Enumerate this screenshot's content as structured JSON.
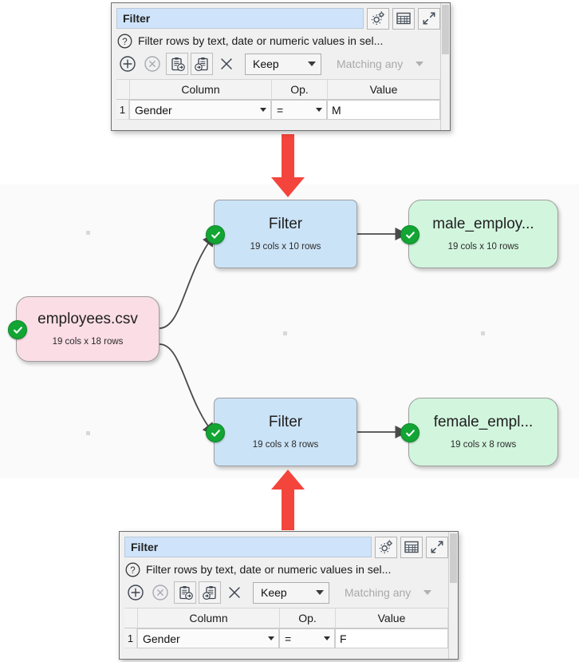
{
  "app": {
    "canvas_bg": "#fafafa",
    "accent_red": "#f4453c",
    "accent_green": "#12a534"
  },
  "dialogs": [
    {
      "id": "filter-dialog-top",
      "name_value": "Filter",
      "description": "Filter rows by text, date or numeric values in sel...",
      "help_icon": "question-circle-icon",
      "header_buttons": [
        {
          "icon": "gears-icon",
          "name": "options-button"
        },
        {
          "icon": "table-icon",
          "name": "show-table-button"
        },
        {
          "icon": "expand-arrows-icon",
          "name": "maximize-button"
        }
      ],
      "toolbar_buttons": [
        {
          "icon": "plus-circle-icon",
          "name": "add-row-button"
        },
        {
          "icon": "x-circle-icon",
          "name": "remove-row-button"
        },
        {
          "icon": "clipboard-copy-icon",
          "name": "copy-rows-button"
        },
        {
          "icon": "clipboard-paste-icon",
          "name": "paste-rows-button"
        },
        {
          "icon": "close-x-icon",
          "name": "clear-button"
        }
      ],
      "mode_select": {
        "value": "Keep",
        "enabled": true
      },
      "match_select": {
        "value": "Matching any",
        "enabled": false
      },
      "table": {
        "headers": [
          "Column",
          "Op.",
          "Value"
        ],
        "rows": [
          {
            "num": "1",
            "column": "Gender",
            "op": "=",
            "value": "M"
          }
        ]
      }
    },
    {
      "id": "filter-dialog-bottom",
      "name_value": "Filter",
      "description": "Filter rows by text, date or numeric values in sel...",
      "help_icon": "question-circle-icon",
      "header_buttons": [
        {
          "icon": "gears-icon",
          "name": "options-button"
        },
        {
          "icon": "table-icon",
          "name": "show-table-button"
        },
        {
          "icon": "expand-arrows-icon",
          "name": "maximize-button"
        }
      ],
      "toolbar_buttons": [
        {
          "icon": "plus-circle-icon",
          "name": "add-row-button"
        },
        {
          "icon": "x-circle-icon",
          "name": "remove-row-button"
        },
        {
          "icon": "clipboard-copy-icon",
          "name": "copy-rows-button"
        },
        {
          "icon": "clipboard-paste-icon",
          "name": "paste-rows-button"
        },
        {
          "icon": "close-x-icon",
          "name": "clear-button"
        }
      ],
      "mode_select": {
        "value": "Keep",
        "enabled": true
      },
      "match_select": {
        "value": "Matching any",
        "enabled": false
      },
      "table": {
        "headers": [
          "Column",
          "Op.",
          "Value"
        ],
        "rows": [
          {
            "num": "1",
            "column": "Gender",
            "op": "=",
            "value": "F"
          }
        ]
      }
    }
  ],
  "flow": {
    "nodes": [
      {
        "id": "node-source",
        "kind": "source",
        "color": "pink",
        "title": "employees.csv",
        "subtitle": "19 cols x 18 rows",
        "status_icon": "check-badge-icon"
      },
      {
        "id": "node-filter-male",
        "kind": "transform",
        "color": "blue",
        "title": "Filter",
        "subtitle": "19 cols x 10 rows",
        "status_icon": "check-badge-icon"
      },
      {
        "id": "node-output-male",
        "kind": "output",
        "color": "green",
        "title": "male_employ...",
        "subtitle": "19 cols x 10 rows",
        "status_icon": "check-badge-icon"
      },
      {
        "id": "node-filter-female",
        "kind": "transform",
        "color": "blue",
        "title": "Filter",
        "subtitle": "19 cols x 8 rows",
        "status_icon": "check-badge-icon"
      },
      {
        "id": "node-output-female",
        "kind": "output",
        "color": "green",
        "title": "female_empl...",
        "subtitle": "19 cols x 8 rows",
        "status_icon": "check-badge-icon"
      }
    ],
    "annotation_arrows": [
      {
        "id": "arrow-top",
        "direction": "down",
        "icon": "red-down-arrow-icon"
      },
      {
        "id": "arrow-bottom",
        "direction": "up",
        "icon": "red-up-arrow-icon"
      }
    ]
  }
}
